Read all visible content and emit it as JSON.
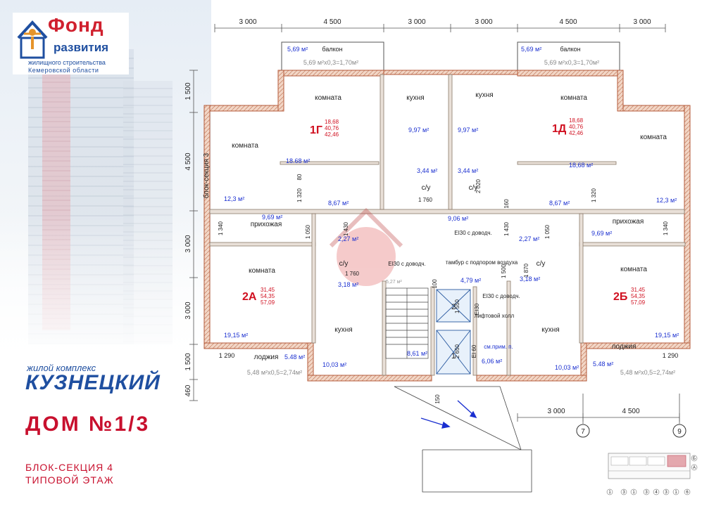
{
  "logo": {
    "word1": "Фонд",
    "word2": "развития",
    "line1": "жилищного строительства",
    "line2": "Кемеровской области"
  },
  "complex": {
    "subtitle": "жилой комплекс",
    "name": "КУЗНЕЦКИЙ"
  },
  "house": {
    "title": "ДОМ №1/3",
    "floor_line1": "БЛОК-СЕКЦИЯ 4",
    "floor_line2": "ТИПОВОЙ ЭТАЖ"
  },
  "plan": {
    "dim_top": [
      "3 000",
      "4 500",
      "3 000",
      "3 000",
      "4 500",
      "3 000"
    ],
    "dim_left": [
      "1 500",
      "4 500",
      "3 000",
      "3 000",
      "1 500",
      "460"
    ],
    "dim_bottom": [
      "3 000",
      "4 500"
    ],
    "axes_bottom": [
      "7",
      "9"
    ],
    "balcony_left": {
      "label": "балкон",
      "area": "5,69 м²",
      "formula": "5,69 м²х0,3=1,70м²"
    },
    "balcony_right": {
      "label": "балкон",
      "area": "5,69 м²",
      "formula": "5,69 м²х0,3=1,70м²"
    },
    "loggia_left": {
      "label": "лоджия",
      "area": "5.48 м²",
      "formula": "5,48 м²х0,5=2,74м²",
      "dim": "1 290"
    },
    "loggia_right": {
      "label": "лоджия",
      "area": "5.48 м²",
      "formula": "5,48 м²х0,5=2,74м²",
      "dim": "1 290"
    },
    "block_section": "блок-секция 3",
    "apt_1g": {
      "name": "1Г",
      "a1": "18,68",
      "a2": "40,76",
      "a3": "42,46"
    },
    "apt_1d": {
      "name": "1Д",
      "a1": "18,68",
      "a2": "40,76",
      "a3": "42,46"
    },
    "apt_2a": {
      "name": "2А",
      "a1": "31,45",
      "a2": "54,35",
      "a3": "57,09"
    },
    "apt_2b": {
      "name": "2Б",
      "a1": "31,45",
      "a2": "54,35",
      "a3": "57,09"
    },
    "room_label": "комната",
    "kitchen_label": "кухня",
    "hall_label": "прихожая",
    "wc_label": "с/у",
    "areas": {
      "room_tl": "12,3 м²",
      "room_1g": "18.68 м²",
      "kitchen_1g": "9,97 м²",
      "kitchen_1d": "9,97 м²",
      "room_1d": "18,68 м²",
      "room_tr": "12,3 м²",
      "wc_1g": "3,44 м²",
      "wc_1d": "3,44 м²",
      "hall_1g": "8,67 м²",
      "hall_1d": "8,67 м²",
      "hall_tl": "9,69 м²",
      "hall_tr": "9,69 м²",
      "corridor": "9,06 м²",
      "wc_2a_small": "2,27 м²",
      "wc_2b_small": "2,27 м²",
      "wc_2a": "3,18 м²",
      "wc_2b": "3,18 м²",
      "vestibule": "4,79 м²",
      "room_2a": "19,15 м²",
      "room_2b": "19,15 м²",
      "stairs": "8,61 м²",
      "kitchen_2a": "10,03 м²",
      "kitchen_2b": "10,03 м²",
      "lift_hall": "6,06 м²",
      "stair_small": "5,27 м²"
    },
    "dims_inner": {
      "d1760_top": "1 760",
      "d1320_l": "1 320",
      "d1320_r": "1 320",
      "d2020": "2 020",
      "d160": "160",
      "d1340_l": "1 340",
      "d1340_r": "1 340",
      "d1050_l": "1 050",
      "d1050_r": "1 050",
      "d1430_l": "1 430",
      "d1430_r": "1 430",
      "d1760_mid": "1 760",
      "d1500": "1 500",
      "d1870": "1 870",
      "d1550": "1 550",
      "d2650": "2 650",
      "d80": "80",
      "d100": "100",
      "d150": "150"
    },
    "labels": {
      "ei30_door_top": "EI30 с доводч.",
      "ei30_door_left": "EI30 с доводч.",
      "ei30_door_right": "EI30 с доводч.",
      "vestibule": "тамбур с подпором воздуха",
      "lift_hall": "лифтовой холл",
      "see_note": "см.прим. п.",
      "ei30": "EI30",
      "ei60": "EI 60",
      "lift1": "1",
      "lift2": "2"
    }
  },
  "keyplan": {
    "rows": [
      "Б",
      "А"
    ],
    "cols": [
      "1",
      "3",
      "1",
      "3",
      "4",
      "3",
      "1",
      "6"
    ]
  },
  "colors": {
    "accent_red": "#c8102e",
    "brand_blue": "#1f4fa0",
    "dim_blue": "#1a2fd0",
    "wall_fill": "#f2d6c6",
    "wall_stroke": "#b45a3a"
  }
}
